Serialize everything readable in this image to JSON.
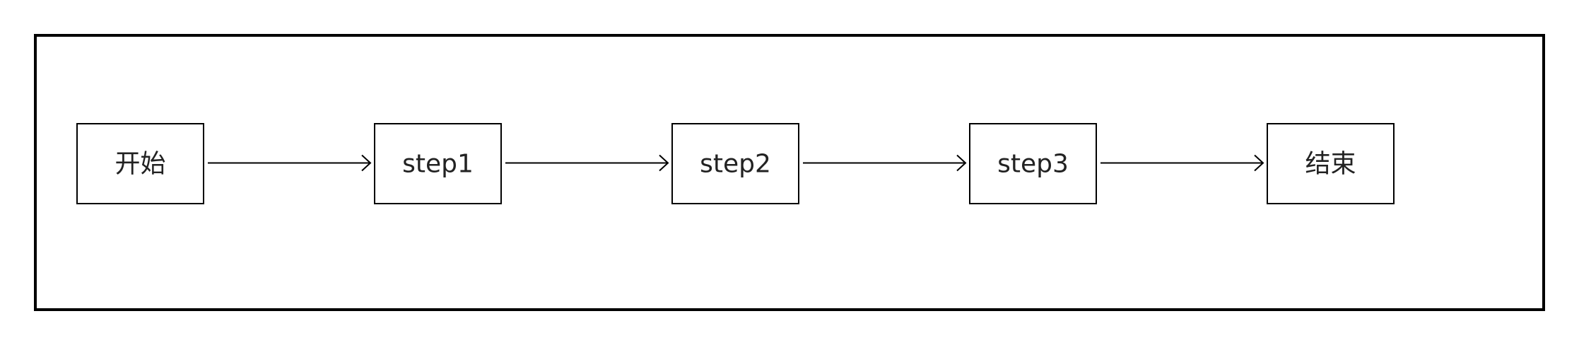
{
  "diagram": {
    "nodes": [
      {
        "id": "start",
        "label": "开始"
      },
      {
        "id": "step1",
        "label": "step1"
      },
      {
        "id": "step2",
        "label": "step2"
      },
      {
        "id": "step3",
        "label": "step3"
      },
      {
        "id": "end",
        "label": "结束"
      }
    ],
    "edges": [
      {
        "from": "start",
        "to": "step1"
      },
      {
        "from": "step1",
        "to": "step2"
      },
      {
        "from": "step2",
        "to": "step3"
      },
      {
        "from": "step3",
        "to": "end"
      }
    ],
    "colors": {
      "stroke": "#000000",
      "text": "#222222",
      "background": "#ffffff"
    }
  }
}
